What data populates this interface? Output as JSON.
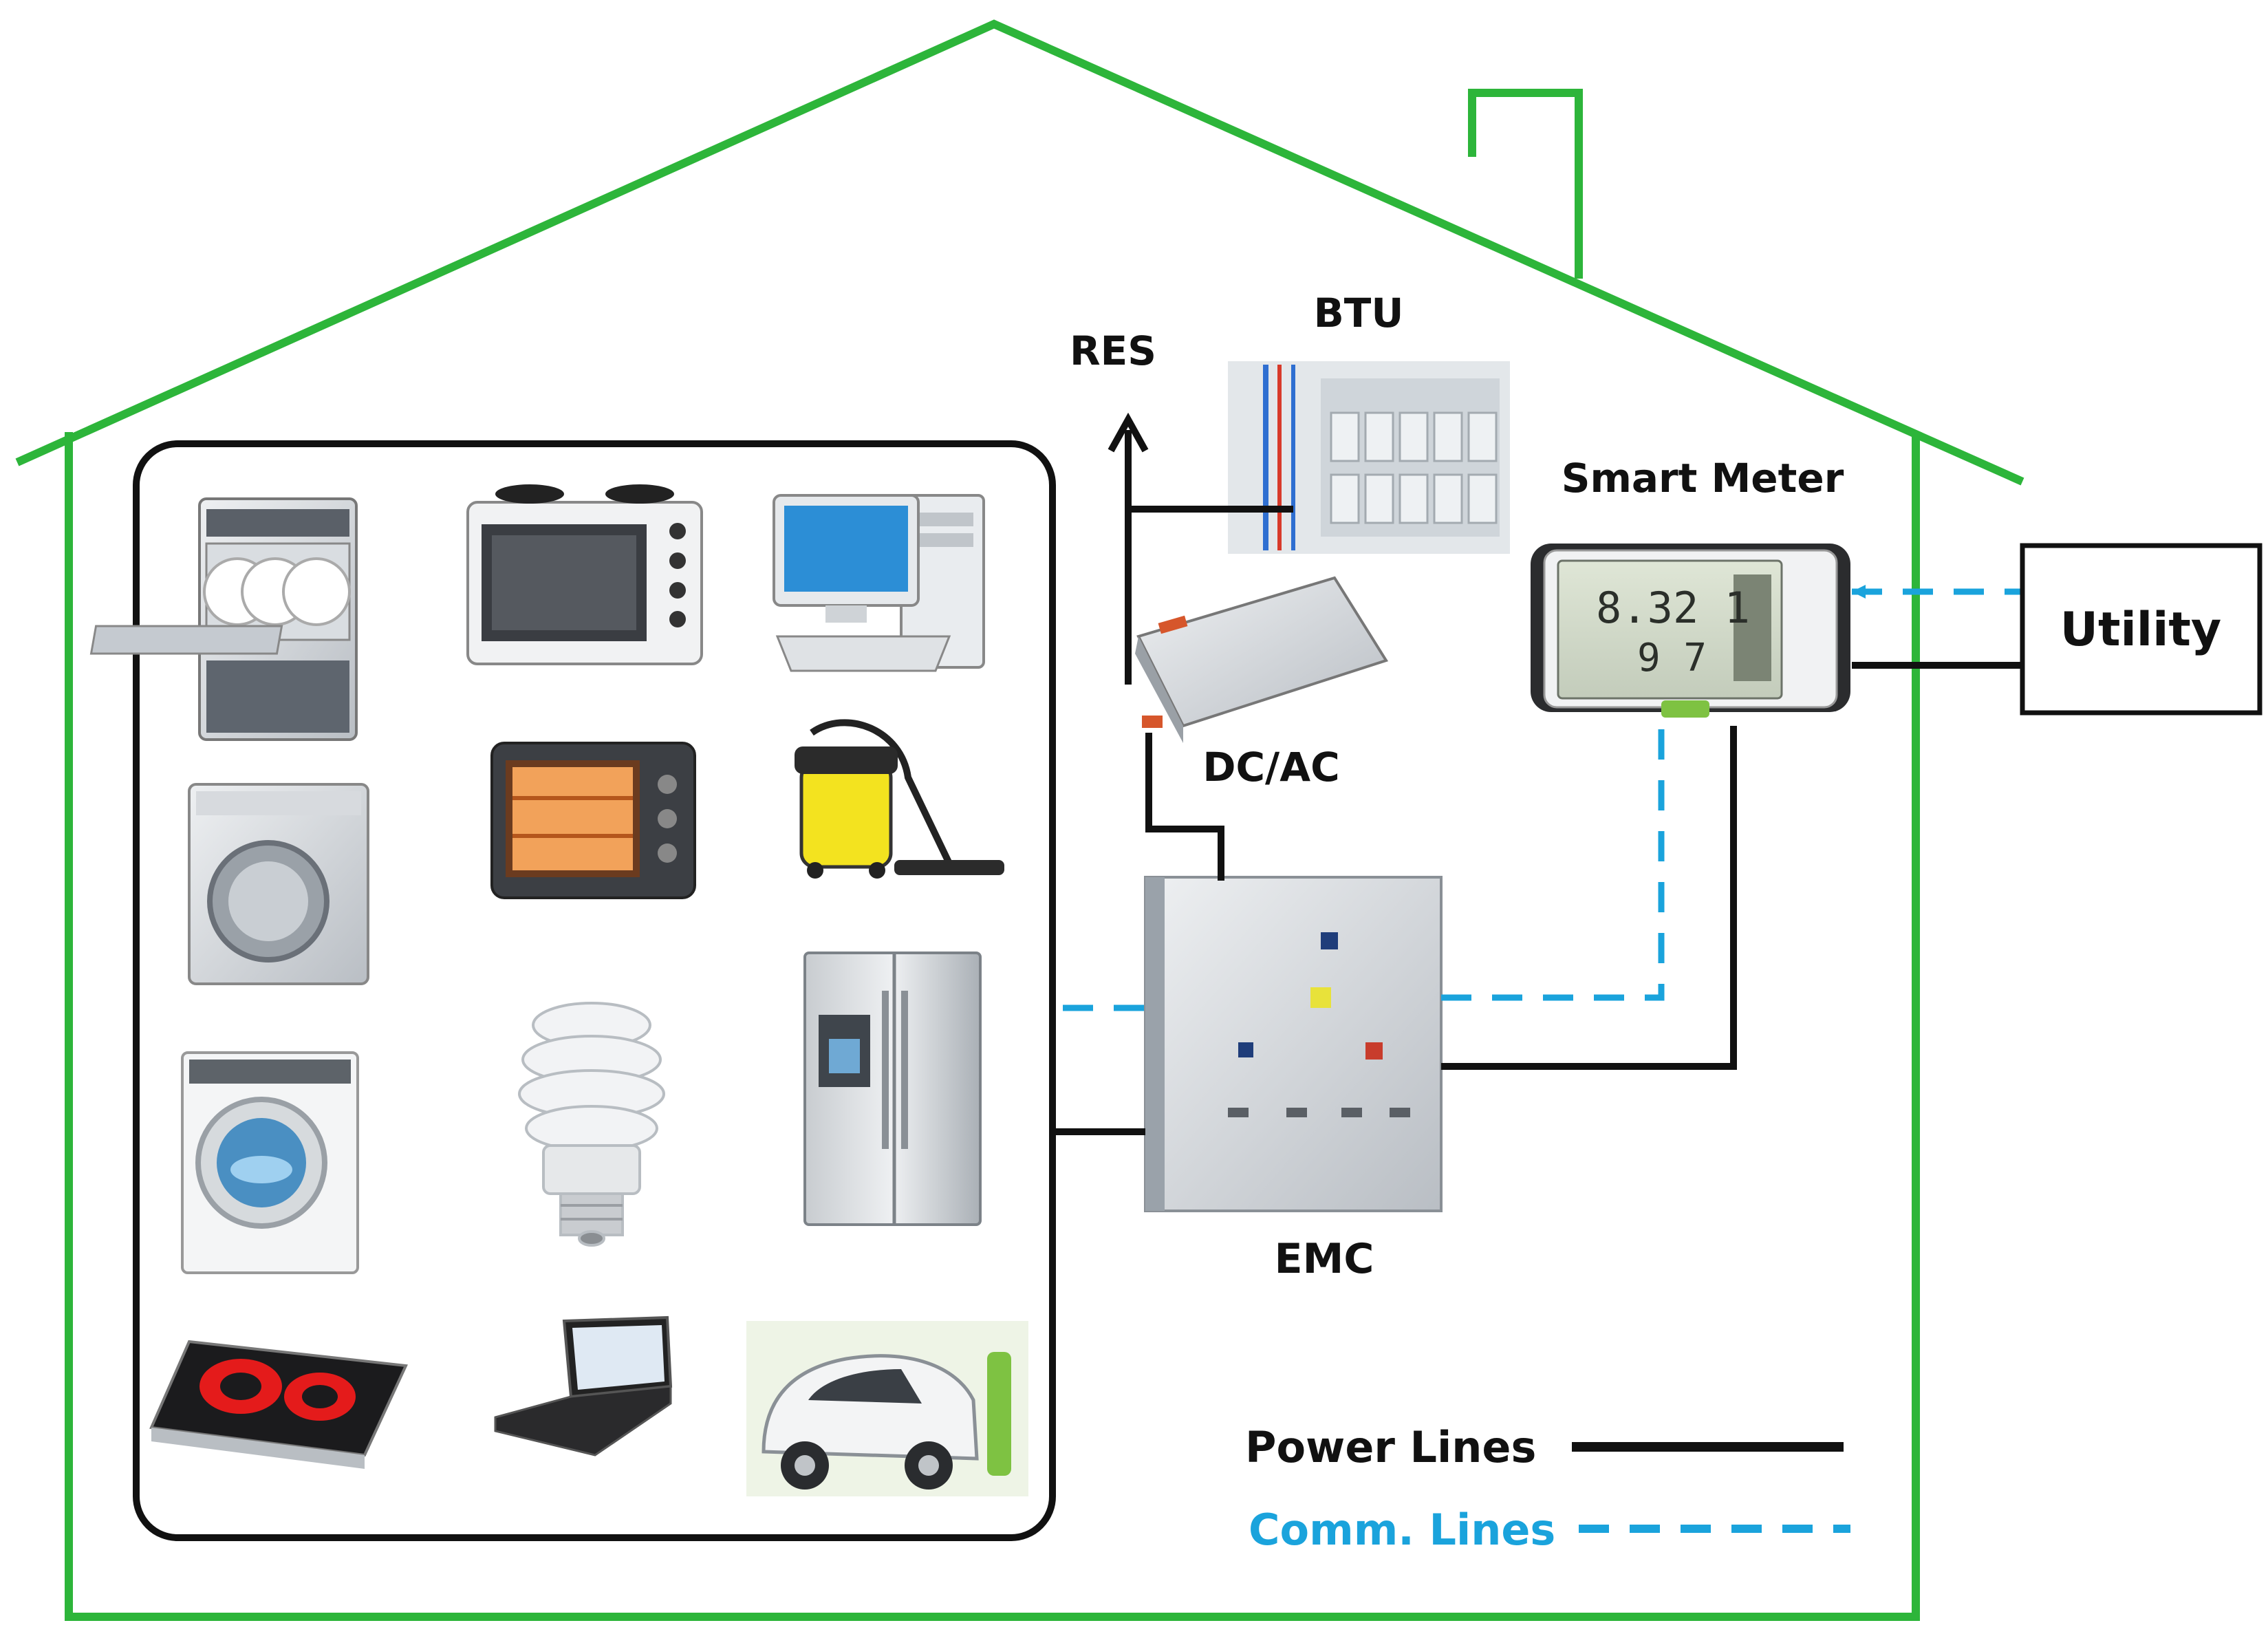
{
  "colors": {
    "house": "#2db53a",
    "power_line": "#111111",
    "comm_line": "#1aa3dc",
    "frame": "#111111"
  },
  "labels": {
    "btu": "BTU",
    "res": "RES",
    "smart_meter": "Smart Meter",
    "utility": "Utility",
    "dcac": "DC/AC",
    "emc": "EMC"
  },
  "meter_display": {
    "top_value": "8.32 1",
    "bottom_value": "9 7"
  },
  "legend": {
    "power": "Power Lines",
    "comm": "Comm. Lines"
  },
  "appliances": [
    "dishwasher-icon",
    "mini-oven-icon",
    "desktop-computer-icon",
    "washing-machine-icon",
    "toaster-oven-icon",
    "vacuum-cleaner-icon",
    "front-load-washer-icon",
    "cfl-bulb-icon",
    "refrigerator-icon",
    "induction-cooktop-icon",
    "laptop-icon",
    "electric-vehicle-icon"
  ]
}
